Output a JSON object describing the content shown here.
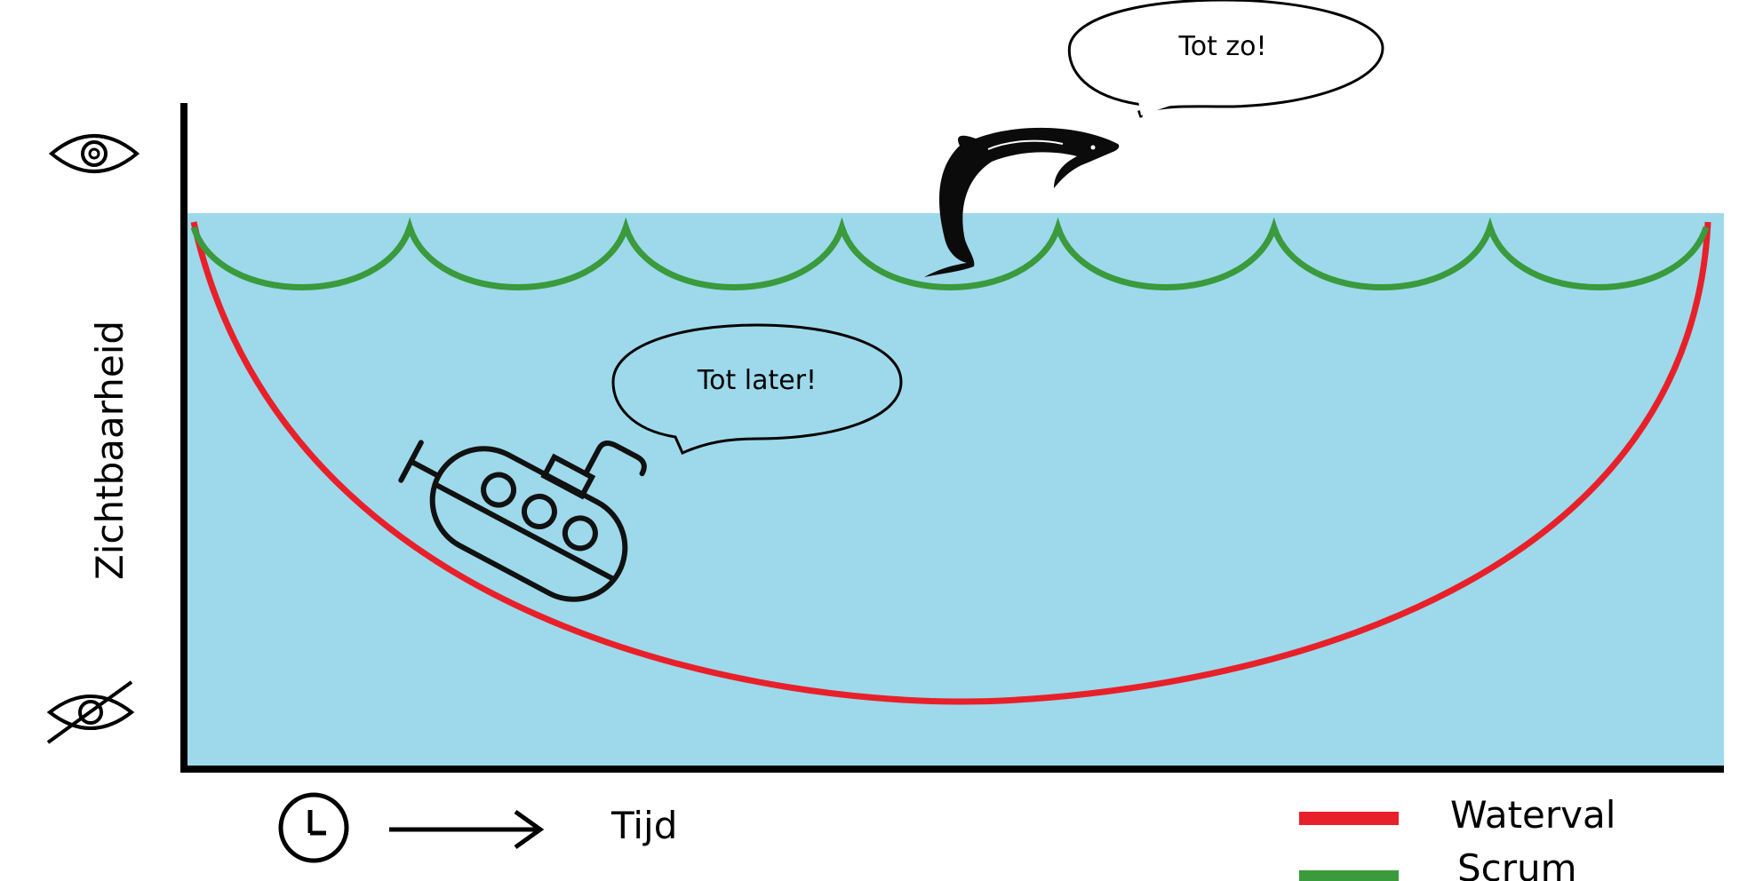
{
  "axes": {
    "y_label": "Zichtbaarheid",
    "x_label": "Tijd",
    "y_top_icon": "eye-icon",
    "y_bottom_icon": "eye-slash-icon",
    "x_icon": "clock-icon"
  },
  "bubbles": {
    "dolphin": "Tot zo!",
    "submarine": "Tot later!"
  },
  "legend": [
    {
      "name": "Waterval",
      "color": "#e8202a"
    },
    {
      "name": "Scrum",
      "color": "#3a9a3c"
    }
  ],
  "colors": {
    "water": "#9dd9ea",
    "axis": "#000000",
    "waterfall": "#e8202a",
    "scrum": "#3a9a3c"
  },
  "figures": [
    "dolphin",
    "submarine"
  ]
}
